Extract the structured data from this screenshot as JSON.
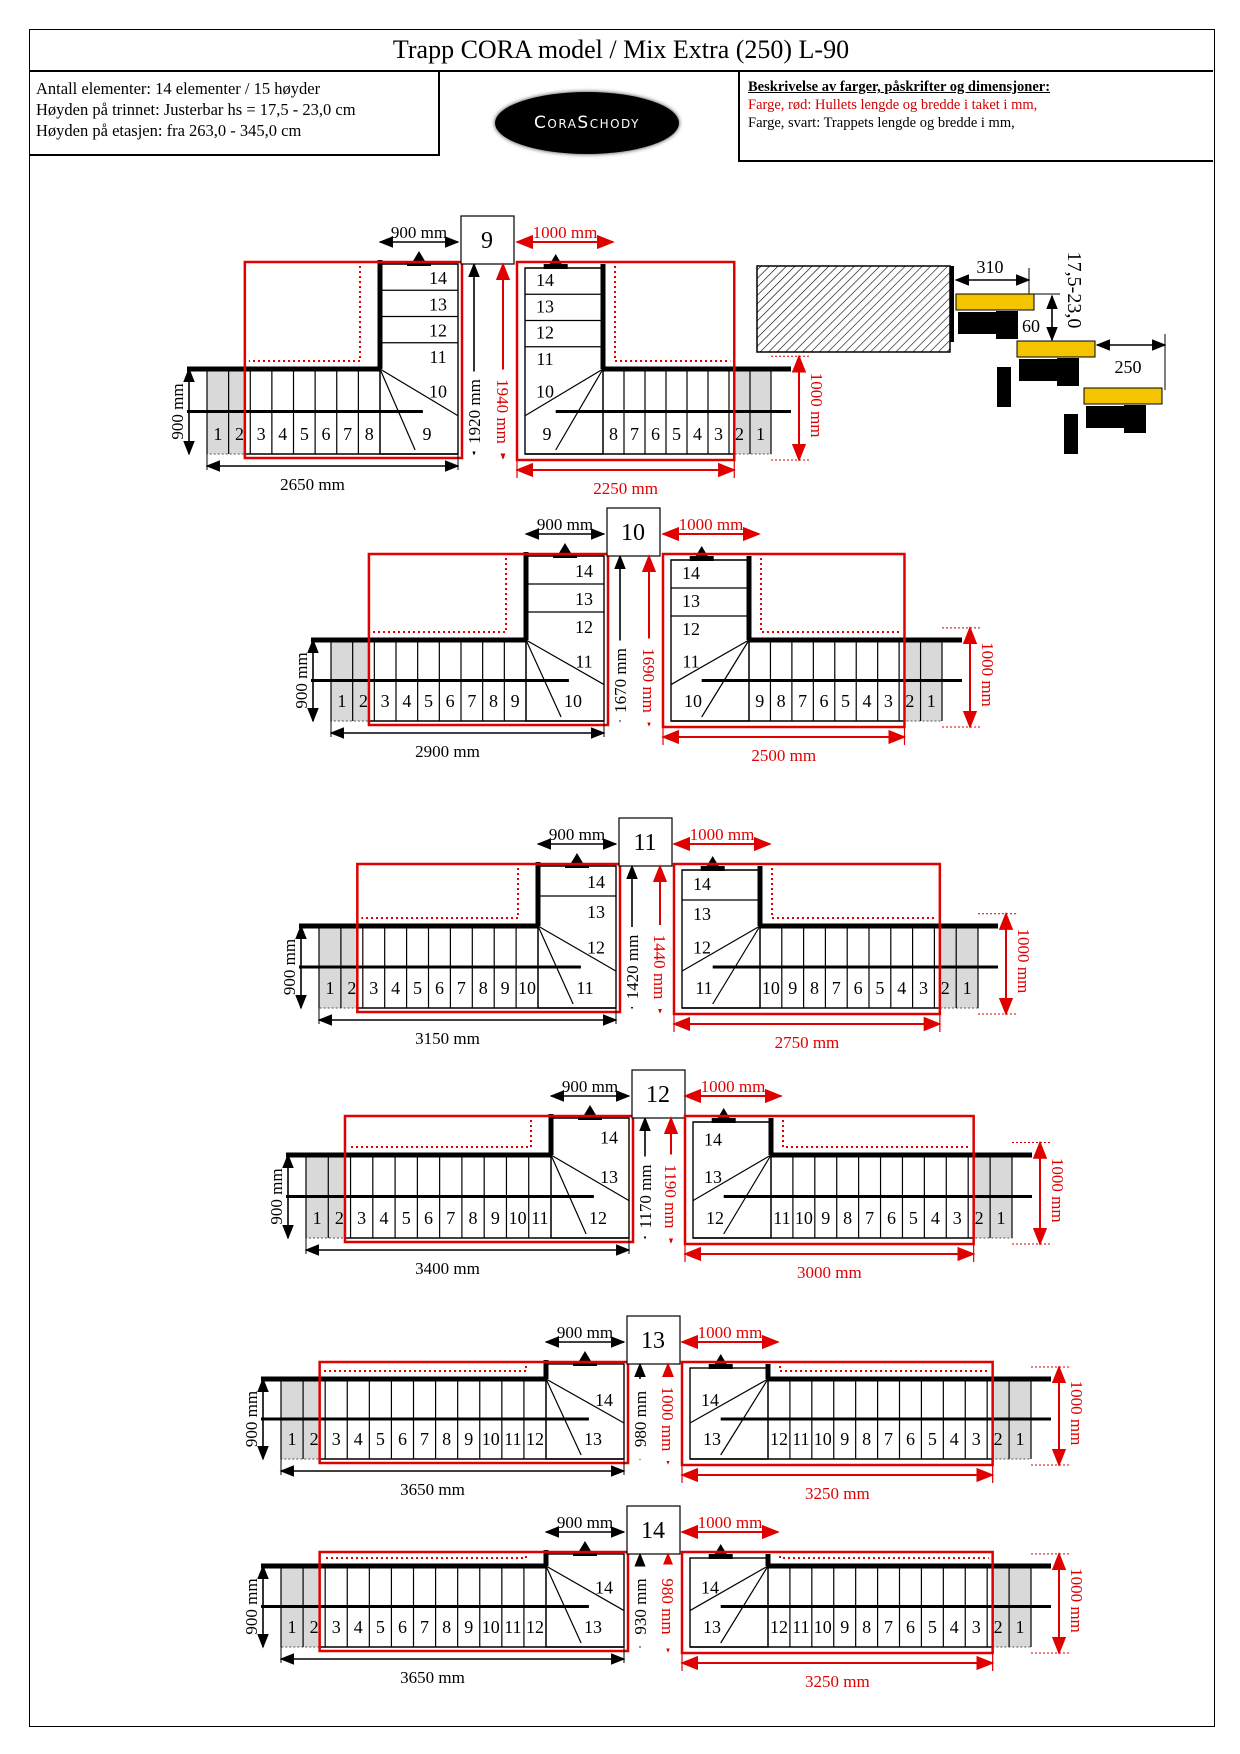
{
  "title": "Trapp CORA model / Mix Extra (250) L-90",
  "info": [
    "Antall elementer: 14 elementer / 15 høyder",
    "Høyden på trinnet: Justerbar hs = 17,5 - 23,0 cm",
    "Høyden på etasjen: fra 263,0 - 345,0 cm"
  ],
  "logo": "CoraSchody",
  "legend": {
    "heading": "Beskrivelse av farger, påskrifter og dimensjoner:",
    "red": "Farge, rød: Hullets lengde og bredde i taket i mm,",
    "black": "Farge, svart: Trappets lengde og bredde i mm,"
  },
  "colors": {
    "red": "#e00000",
    "black": "#000000",
    "tread": "#f5c400",
    "gray": "#d9d9d9"
  },
  "elevation": {
    "tread_depth": "310",
    "overlap": "60",
    "step_height": "17,5-23,0",
    "going": "250"
  },
  "configs": [
    {
      "label": "9",
      "left": {
        "width_top": "900 mm",
        "width_side": "900 mm",
        "inner_height": "1920 mm",
        "length": "2650 mm",
        "bottom": [
          "1",
          "2",
          "3",
          "4",
          "5",
          "6",
          "7",
          "8",
          "9"
        ],
        "column": [
          "10",
          "11",
          "12",
          "13",
          "14"
        ]
      },
      "right": {
        "width_top": "1000 mm",
        "height": "1940 mm",
        "width_side": "1000 mm",
        "length": "2250 mm",
        "bottom": [
          "9",
          "8",
          "7",
          "6",
          "5",
          "4",
          "3",
          "2",
          "1"
        ],
        "column": [
          "10",
          "11",
          "12",
          "13",
          "14"
        ]
      }
    },
    {
      "label": "10",
      "left": {
        "width_top": "900 mm",
        "width_side": "900 mm",
        "inner_height": "1670 mm",
        "length": "2900 mm",
        "bottom": [
          "1",
          "2",
          "3",
          "4",
          "5",
          "6",
          "7",
          "8",
          "9",
          "10"
        ],
        "column": [
          "11",
          "12",
          "13",
          "14"
        ]
      },
      "right": {
        "width_top": "1000 mm",
        "height": "1690 mm",
        "width_side": "1000 mm",
        "length": "2500 mm",
        "bottom": [
          "10",
          "9",
          "8",
          "7",
          "6",
          "5",
          "4",
          "3",
          "2",
          "1"
        ],
        "column": [
          "11",
          "12",
          "13",
          "14"
        ]
      }
    },
    {
      "label": "11",
      "left": {
        "width_top": "900 mm",
        "width_side": "900 mm",
        "inner_height": "1420 mm",
        "length": "3150 mm",
        "bottom": [
          "1",
          "2",
          "3",
          "4",
          "5",
          "6",
          "7",
          "8",
          "9",
          "10",
          "11"
        ],
        "column": [
          "12",
          "13",
          "14"
        ]
      },
      "right": {
        "width_top": "1000 mm",
        "height": "1440 mm",
        "width_side": "1000 mm",
        "length": "2750 mm",
        "bottom": [
          "11",
          "10",
          "9",
          "8",
          "7",
          "6",
          "5",
          "4",
          "3",
          "2",
          "1"
        ],
        "column": [
          "12",
          "13",
          "14"
        ]
      }
    },
    {
      "label": "12",
      "left": {
        "width_top": "900 mm",
        "width_side": "900 mm",
        "inner_height": "1170 mm",
        "length": "3400 mm",
        "bottom": [
          "1",
          "2",
          "3",
          "4",
          "5",
          "6",
          "7",
          "8",
          "9",
          "10",
          "11",
          "12"
        ],
        "column": [
          "13",
          "14"
        ]
      },
      "right": {
        "width_top": "1000 mm",
        "height": "1190 mm",
        "width_side": "1000 mm",
        "length": "3000 mm",
        "bottom": [
          "12",
          "11",
          "10",
          "9",
          "8",
          "7",
          "6",
          "5",
          "4",
          "3",
          "2",
          "1"
        ],
        "column": [
          "13",
          "14"
        ]
      }
    },
    {
      "label": "13",
      "left": {
        "width_top": "900 mm",
        "width_side": "900 mm",
        "inner_height": "980 mm",
        "length": "3650 mm",
        "bottom": [
          "1",
          "2",
          "3",
          "4",
          "5",
          "6",
          "7",
          "8",
          "9",
          "10",
          "11",
          "12",
          "13"
        ],
        "column": [
          "14"
        ]
      },
      "right": {
        "width_top": "1000 mm",
        "height": "1000 mm",
        "width_side": "1000 mm",
        "length": "3250 mm",
        "bottom": [
          "13",
          "12",
          "11",
          "10",
          "9",
          "8",
          "7",
          "6",
          "5",
          "4",
          "3",
          "2",
          "1"
        ],
        "column": [
          "14"
        ]
      }
    },
    {
      "label": "14",
      "left": {
        "width_top": "900 mm",
        "width_side": "900 mm",
        "inner_height": "930 mm",
        "length": "3650 mm",
        "bottom": [
          "1",
          "2",
          "3",
          "4",
          "5",
          "6",
          "7",
          "8",
          "9",
          "10",
          "11",
          "12",
          "13"
        ],
        "column": [
          "14"
        ]
      },
      "right": {
        "width_top": "1000 mm",
        "height": "980 mm",
        "width_side": "1000 mm",
        "length": "3250 mm",
        "bottom": [
          "13",
          "12",
          "11",
          "10",
          "9",
          "8",
          "7",
          "6",
          "5",
          "4",
          "3",
          "2",
          "1"
        ],
        "column": [
          "14"
        ]
      }
    }
  ]
}
